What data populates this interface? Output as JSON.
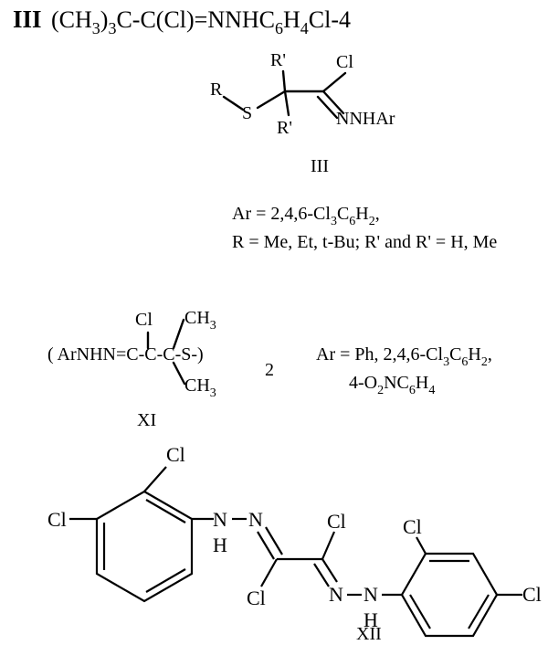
{
  "heading": {
    "label": "III",
    "formula": {
      "a": "(CH",
      "b": "3",
      "c": ")",
      "d": "3",
      "e": "C-C(Cl)=NNHC",
      "f": "6",
      "g": "H",
      "h": "4",
      "i": "Cl-4"
    }
  },
  "struct3": {
    "R": "R",
    "S": "S",
    "Rp_top": "R'",
    "Rp_bottom": "R'",
    "Cl": "Cl",
    "NNHAr": "NNHAr",
    "name": "III",
    "ar_line": {
      "a": "Ar = 2,4,6-Cl",
      "b": "3",
      "c": "C",
      "d": "6",
      "e": "H",
      "f": "2",
      "g": ","
    },
    "r_line": "R = Me, Et, t-Bu; R' and R' = H, Me"
  },
  "struct11": {
    "cl": "Cl",
    "ch3_top": {
      "a": "CH",
      "b": "3"
    },
    "ch3_bottom": {
      "a": "CH",
      "b": "3"
    },
    "main": "( ArNHN=C-C-C-S-)",
    "sub2": "2",
    "ar_line1": {
      "a": "Ar = Ph, 2,4,6-Cl",
      "b": "3",
      "c": "C",
      "d": "6",
      "e": "H",
      "f": "2",
      "g": ","
    },
    "ar_line2": {
      "a": "4-O",
      "b": "2",
      "c": "NC",
      "d": "6",
      "e": "H",
      "f": "4"
    },
    "name": "XI"
  },
  "struct12": {
    "cl_top_left": "Cl",
    "cl_left": "Cl",
    "nh_left_n": "N",
    "nh_left_h": "H",
    "n_left": "N",
    "cl_mid_bottom": "Cl",
    "cl_mid_top": "Cl",
    "n_right": "N",
    "nh_right_n": "N",
    "nh_right_h": "H",
    "cl_top_right": "Cl",
    "cl_right": "Cl",
    "name": "XII"
  }
}
